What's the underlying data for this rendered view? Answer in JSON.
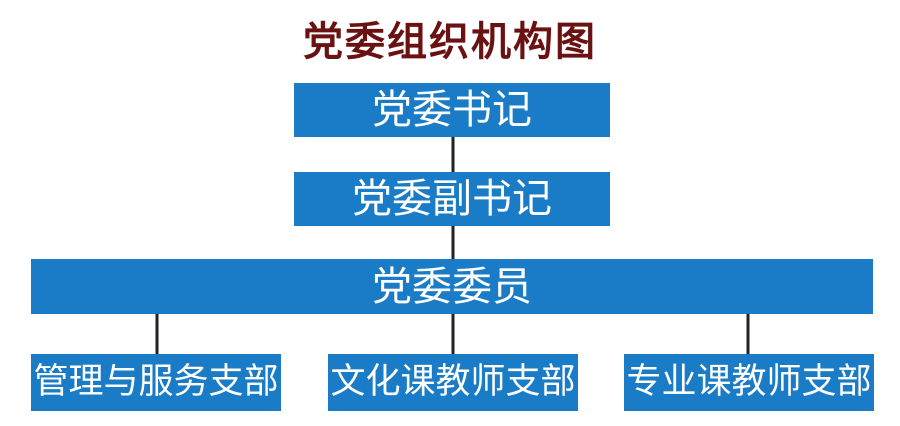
{
  "title": "党委组织机构图",
  "colors": {
    "title": "#6a1212",
    "box": "#1a7bc6",
    "line": "#222222"
  },
  "levels": {
    "secretary": "党委书记",
    "deputy_secretary": "党委副书记",
    "committee_members": "党委委员"
  },
  "branches": [
    {
      "label": "管理与服务支部"
    },
    {
      "label": "文化课教师支部"
    },
    {
      "label": "专业课教师支部"
    }
  ]
}
